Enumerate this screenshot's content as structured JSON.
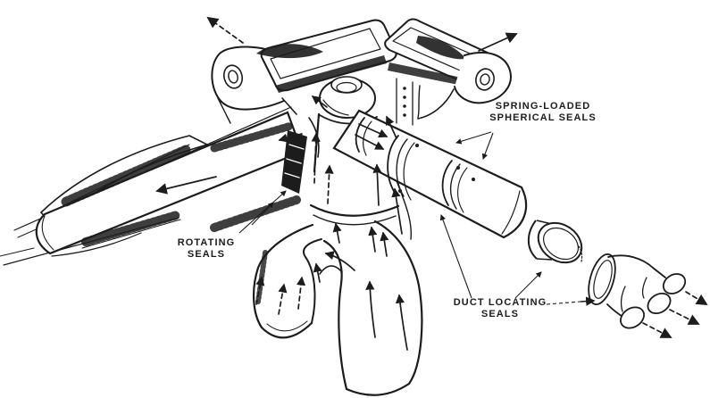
{
  "colors": {
    "paper": "#ffffff",
    "ink": "#1c1c1c"
  },
  "labels": {
    "spring_loaded_spherical_seals": {
      "line1": "SPRING-LOADED",
      "line2": "SPHERICAL SEALS"
    },
    "rotating_seals": {
      "line1": "ROTATING",
      "line2": "SEALS"
    },
    "duct_locating_seals": {
      "line1": "DUCT LOCATING",
      "line2": "SEALS"
    }
  }
}
